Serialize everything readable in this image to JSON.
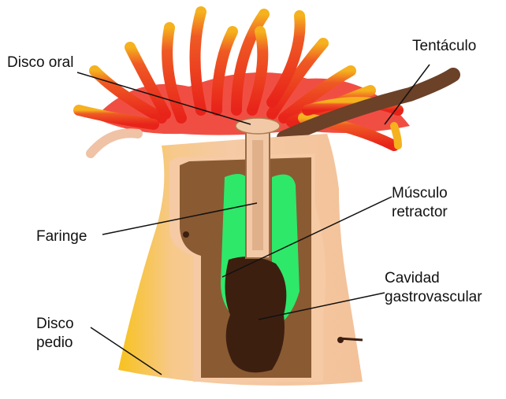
{
  "labels": {
    "disco_oral": "Disco oral",
    "tentaculo": "Tentáculo",
    "musculo_retractor": [
      "Músculo",
      "retractor"
    ],
    "faringe": "Faringe",
    "cavidad_gastrovascular": [
      "Cavidad",
      "gastrovascular"
    ],
    "disco_pedio": [
      "Disco",
      "pedio"
    ]
  },
  "colors": {
    "tentacle_red": "#e8231a",
    "tentacle_orange": "#f28a1e",
    "tentacle_tip": "#f5c21a",
    "body_skin": "#f5c9a0",
    "body_cut_brown": "#8a5a32",
    "cavity_dark": "#3d1f10",
    "muscle_green": "#2ee86a",
    "pedal_disc_yellow": "#f7c21e",
    "leader_line": "#111111"
  }
}
